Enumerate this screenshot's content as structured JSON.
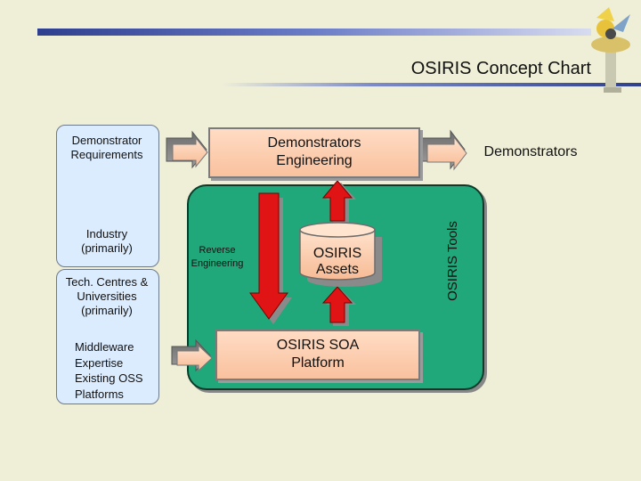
{
  "title": "OSIRIS Concept Chart",
  "left_panel": {
    "top_label": "Demonstrator Requirements",
    "industry_label": "Industry (primarily)",
    "tech_label": "Tech. Centres & Universities (primarily)",
    "middleware_lines": [
      "Middleware",
      "Expertise",
      "Existing OSS",
      "Platforms"
    ]
  },
  "engineering_box": "Demonstrators Engineering",
  "demonstrators_label": "Demonstrators",
  "reverse_engineering": "Reverse Engineering",
  "assets_lines": [
    "OSIRIS",
    "Assets"
  ],
  "soa_box": "OSIRIS SOA Platform",
  "tools_label": "OSIRIS Tools",
  "colors": {
    "green_panel": "#20a87a",
    "box_fill": "#f9c19e",
    "panel_fill": "#dcecff",
    "red_arrow": "#e01414"
  }
}
